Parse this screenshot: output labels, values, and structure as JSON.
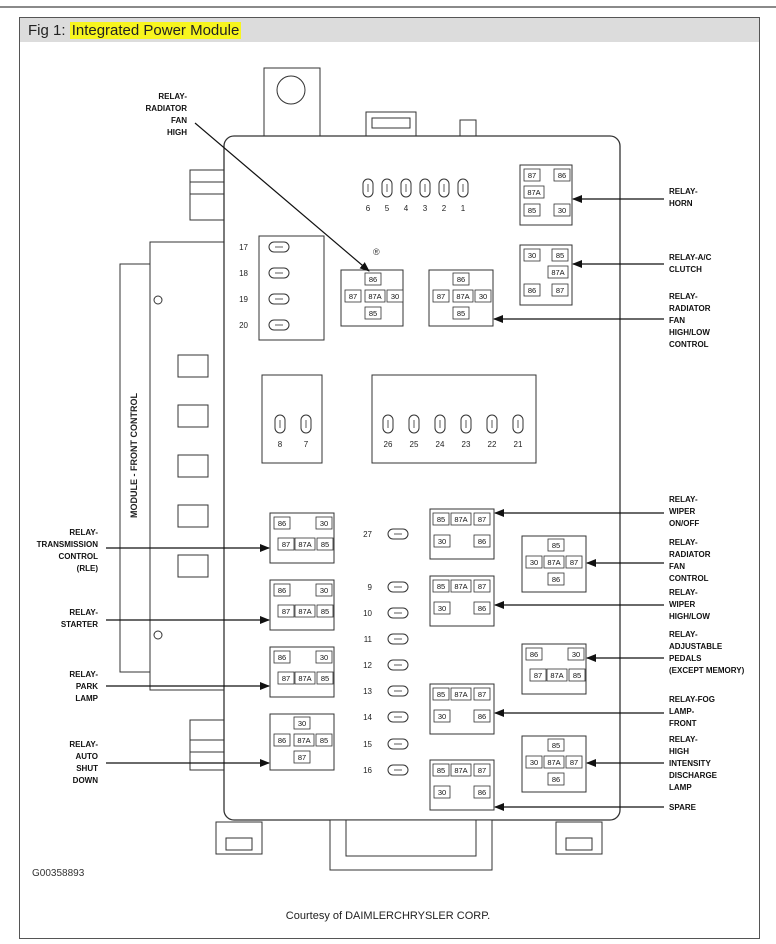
{
  "figure": {
    "prefix": "Fig 1: ",
    "title": "Integrated Power Module",
    "document_id": "G00358893",
    "courtesy": "Courtesy of DAIMLERCHRYSLER CORP.",
    "side_label": "MODULE - FRONT CONTROL"
  },
  "fuses": {
    "top_row": [
      "6",
      "5",
      "4",
      "3",
      "2",
      "1"
    ],
    "left_column": [
      "17",
      "18",
      "19",
      "20"
    ],
    "block_small": [
      "8",
      "7"
    ],
    "block_large": [
      "26",
      "25",
      "24",
      "23",
      "22",
      "21"
    ],
    "center_column": [
      "27",
      "9",
      "10",
      "11",
      "12",
      "13",
      "14",
      "15",
      "16"
    ]
  },
  "relays": {
    "radiator_fan_high": [
      "86",
      "87",
      "87A",
      "30",
      "85"
    ],
    "radiator_fan_high_low": [
      "86",
      "87",
      "87A",
      "30",
      "85"
    ],
    "horn": [
      "87",
      "86",
      "87A",
      "85",
      "30"
    ],
    "ac_clutch": [
      "30",
      "85",
      "87A",
      "86",
      "87"
    ],
    "transmission": [
      "86",
      "30",
      "87",
      "87A",
      "85"
    ],
    "starter": [
      "86",
      "30",
      "87",
      "87A",
      "85"
    ],
    "park_lamp": [
      "86",
      "30",
      "87",
      "87A",
      "85"
    ],
    "auto_shutdown": [
      "30",
      "86",
      "87A",
      "85",
      "87"
    ],
    "wiper_onoff": [
      "85",
      "87A",
      "87",
      "30",
      "86"
    ],
    "wiper_high_low": [
      "85",
      "87A",
      "87",
      "30",
      "86"
    ],
    "fog_lamp": [
      "85",
      "87A",
      "87",
      "30",
      "86"
    ],
    "spare": [
      "85",
      "87A",
      "87",
      "30",
      "86"
    ],
    "radiator_fan_control": [
      "85",
      "30",
      "87A",
      "87",
      "86"
    ],
    "adjustable_pedals": [
      "86",
      "30",
      "87",
      "87A",
      "85"
    ],
    "hid_lamp": [
      "85",
      "30",
      "87A",
      "87",
      "86"
    ]
  },
  "labels": {
    "relay_radiator_fan_high": [
      "RELAY-",
      "RADIATOR",
      "FAN",
      "HIGH"
    ],
    "relay_horn": [
      "RELAY-",
      "HORN"
    ],
    "relay_ac_clutch": [
      "RELAY-A/C",
      "CLUTCH"
    ],
    "relay_fan_high_low": [
      "RELAY-",
      "RADIATOR",
      "FAN",
      "HIGH/LOW",
      "CONTROL"
    ],
    "relay_transmission": [
      "RELAY-",
      "TRANSMISSION",
      "CONTROL",
      "(RLE)"
    ],
    "relay_starter": [
      "RELAY-",
      "STARTER"
    ],
    "relay_park_lamp": [
      "RELAY-",
      "PARK",
      "LAMP"
    ],
    "relay_auto_shutdown": [
      "RELAY-",
      "AUTO",
      "SHUT",
      "DOWN"
    ],
    "relay_wiper_onoff": [
      "RELAY-",
      "WIPER",
      "ON/OFF"
    ],
    "relay_radiator_fan_control": [
      "RELAY-",
      "RADIATOR",
      "FAN",
      "CONTROL"
    ],
    "relay_wiper_high_low": [
      "RELAY-",
      "WIPER",
      "HIGH/LOW"
    ],
    "relay_adjustable_pedals": [
      "RELAY-",
      "ADJUSTABLE",
      "PEDALS",
      "(EXCEPT MEMORY)"
    ],
    "relay_fog_lamp": [
      "RELAY-FOG",
      "LAMP-",
      "FRONT"
    ],
    "relay_hid_lamp": [
      "RELAY-",
      "HIGH",
      "INTENSITY",
      "DISCHARGE",
      "LAMP"
    ],
    "spare": [
      "SPARE"
    ]
  }
}
